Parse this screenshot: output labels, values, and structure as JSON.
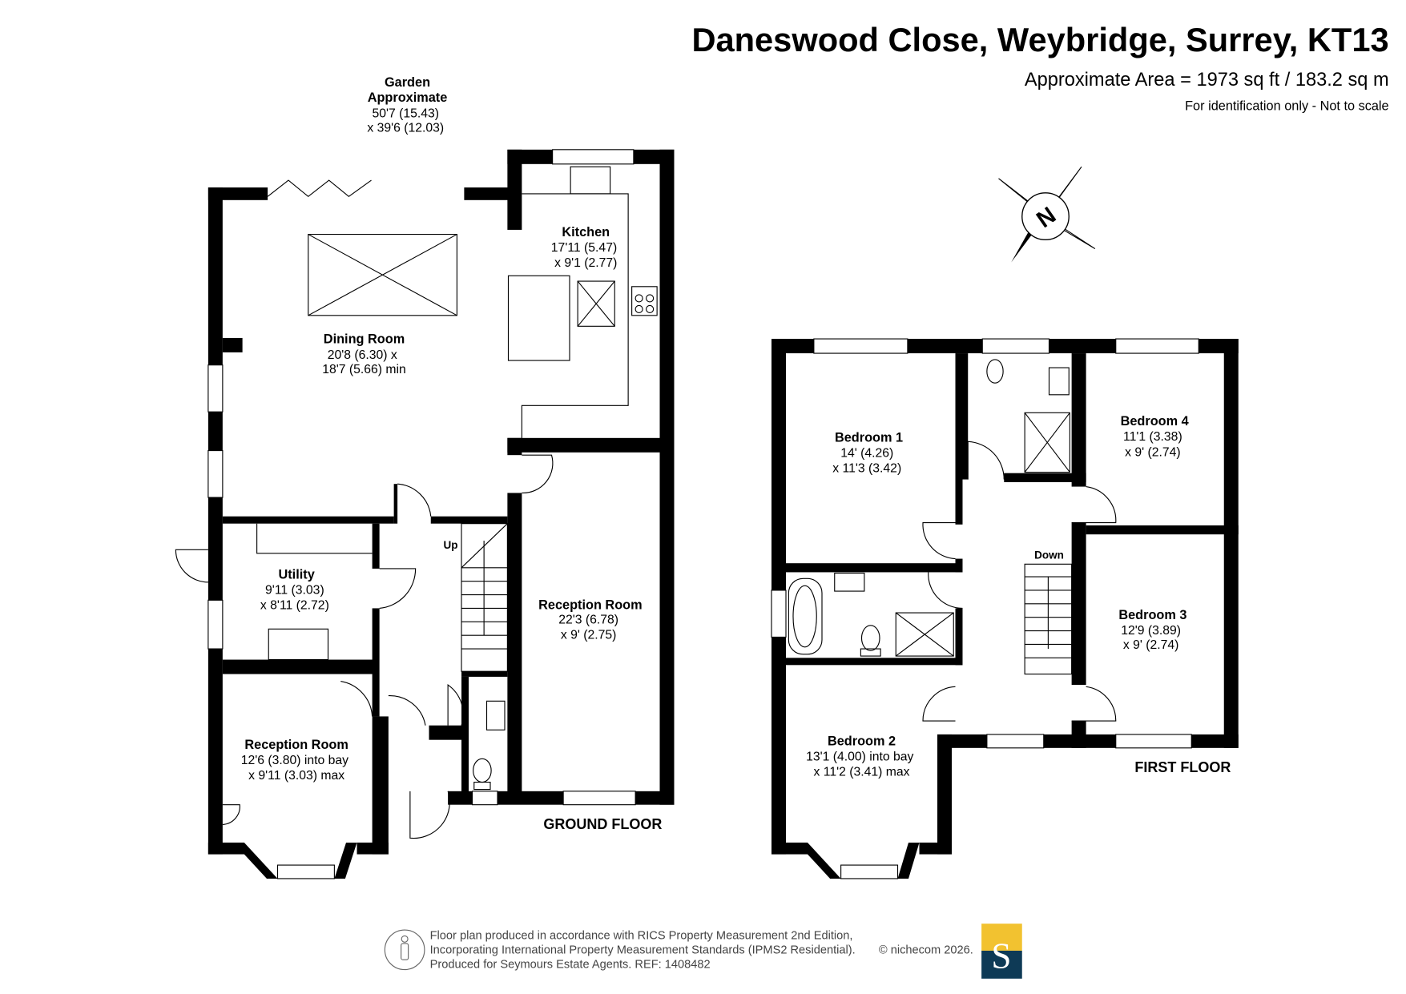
{
  "header": {
    "title": "Daneswood Close, Weybridge, Surrey, KT13",
    "area": "Approximate Area = 1973 sq ft / 183.2 sq m",
    "disclaimer": "For identification only - Not to scale"
  },
  "garden": {
    "name": "Garden",
    "name2": "Approximate",
    "dim1": "50'7 (15.43)",
    "dim2": "x 39'6 (12.03)"
  },
  "ground_floor": {
    "label": "GROUND FLOOR",
    "stairs_label": "Up",
    "rooms": [
      {
        "name": "Dining Room",
        "dim1": "20'8 (6.30) x",
        "dim2": "18'7 (5.66) min"
      },
      {
        "name": "Kitchen",
        "dim1": "17'11 (5.47)",
        "dim2": "x 9'1 (2.77)"
      },
      {
        "name": "Utility",
        "dim1": "9'11 (3.03)",
        "dim2": "x 8'11 (2.72)"
      },
      {
        "name": "Reception Room",
        "dim1": "22'3 (6.78)",
        "dim2": "x 9' (2.75)"
      },
      {
        "name": "Reception Room",
        "dim1": "12'6 (3.80) into bay",
        "dim2": "x 9'11 (3.03) max"
      }
    ]
  },
  "first_floor": {
    "label": "FIRST FLOOR",
    "stairs_label": "Down",
    "rooms": [
      {
        "name": "Bedroom 1",
        "dim1": "14' (4.26)",
        "dim2": "x 11'3 (3.42)"
      },
      {
        "name": "Bedroom 4",
        "dim1": "11'1 (3.38)",
        "dim2": "x 9' (2.74)"
      },
      {
        "name": "Bedroom 3",
        "dim1": "12'9 (3.89)",
        "dim2": "x 9' (2.74)"
      },
      {
        "name": "Bedroom 2",
        "dim1": "13'1 (4.00) into bay",
        "dim2": "x 11'2 (3.41) max"
      }
    ]
  },
  "compass": {
    "label": "N"
  },
  "footer": {
    "line1": "Floor plan produced in accordance with RICS Property Measurement 2nd Edition,",
    "line2": "Incorporating International Property Measurement Standards (IPMS2 Residential).",
    "copyright": "© nichecom 2026.",
    "line3": "Produced for Seymours Estate Agents.   REF: 1408482",
    "logo_letter": "S",
    "logo_colors": {
      "top": "#f2c230",
      "bottom": "#0e3a56"
    }
  }
}
